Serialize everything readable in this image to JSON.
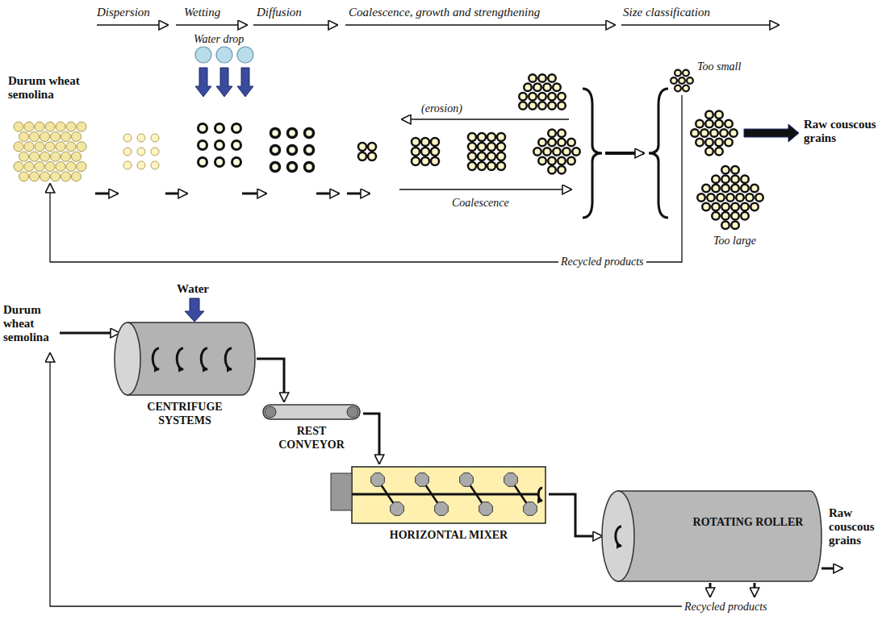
{
  "diagram": {
    "nodes": [
      {
        "text": [
          "CENTRIFUGE SYSTEMS"
        ]
      },
      {
        "text": [
          "REST CONVEYOR"
        ]
      },
      {
        "text": [
          "HORIZONTAL MIXER"
        ]
      },
      {
        "text": [
          "ROTATING ROLLER"
        ]
      }
    ],
    "edges": [
      {
        "from": 0,
        "to": 1,
        "arrow": "to"
      },
      {
        "from": 1,
        "to": 2,
        "arrow": "to"
      },
      {
        "from": 2,
        "to": 3,
        "arrow": "to"
      }
    ],
    "labels": [
      "Dispersion",
      "Wetting",
      "Diffusion",
      "Coalescence, growth and strengthening",
      "Size classification",
      "Water drop",
      "Durum wheat semolina",
      "(erosion)",
      "Coalescence",
      "Too small",
      "Raw couscous grains",
      "Too large",
      "Recycled products",
      "Water",
      "Durum wheat semolina",
      "Raw couscous grains",
      "Recycled products"
    ]
  }
}
